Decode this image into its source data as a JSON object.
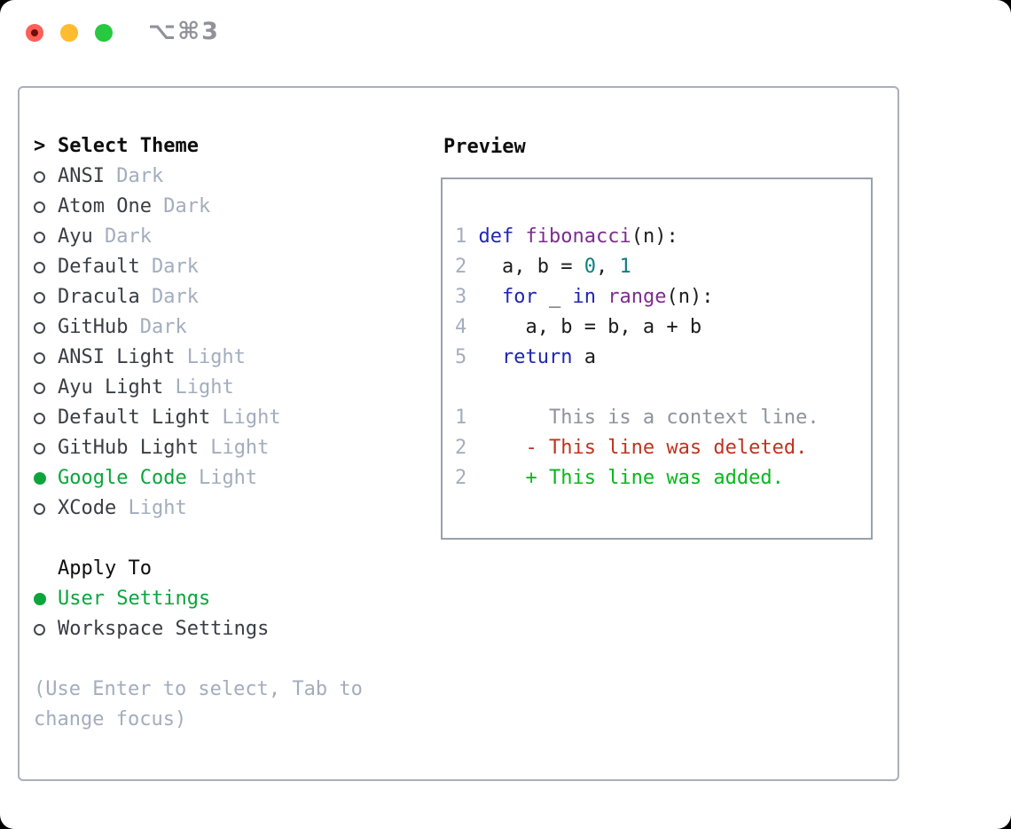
{
  "window": {
    "shortcut": "⌥⌘3",
    "traffic_lights": [
      {
        "name": "close",
        "color": "#ff5f57"
      },
      {
        "name": "minimize",
        "color": "#febc2e"
      },
      {
        "name": "zoom",
        "color": "#28c840"
      }
    ]
  },
  "colors": {
    "selected_green": "#0ca53c",
    "keyword": "#2126b2",
    "function": "#7c2d8c",
    "number": "#0c7f7e",
    "code_plain": "#1d1d1f",
    "line_number": "#a4aebc",
    "diff_context": "#8d939c",
    "diff_deleted": "#c0331f",
    "diff_added": "#07b81c",
    "muted": "#a2adbd",
    "item_text": "#393e44",
    "panel_border": "#a9b0bb",
    "preview_border": "#99a1ab",
    "shortcut_text": "#8f9399"
  },
  "theme_picker": {
    "cursor": ">",
    "title": "Select Theme",
    "items": [
      {
        "name": "ANSI",
        "variant": "Dark",
        "selected": false
      },
      {
        "name": "Atom One",
        "variant": "Dark",
        "selected": false
      },
      {
        "name": "Ayu",
        "variant": "Dark",
        "selected": false
      },
      {
        "name": "Default",
        "variant": "Dark",
        "selected": false
      },
      {
        "name": "Dracula",
        "variant": "Dark",
        "selected": false
      },
      {
        "name": "GitHub",
        "variant": "Dark",
        "selected": false
      },
      {
        "name": "ANSI Light",
        "variant": "Light",
        "selected": false
      },
      {
        "name": "Ayu Light",
        "variant": "Light",
        "selected": false
      },
      {
        "name": "Default Light",
        "variant": "Light",
        "selected": false
      },
      {
        "name": "GitHub Light",
        "variant": "Light",
        "selected": false
      },
      {
        "name": "Google Code",
        "variant": "Light",
        "selected": true
      },
      {
        "name": "XCode",
        "variant": "Light",
        "selected": false
      }
    ],
    "apply_to": {
      "title": "Apply To",
      "options": [
        {
          "label": "User Settings",
          "selected": true
        },
        {
          "label": "Workspace Settings",
          "selected": false
        }
      ]
    },
    "hint": "(Use Enter to select, Tab to change focus)"
  },
  "preview": {
    "title": "Preview",
    "code_lines": [
      {
        "num": "1",
        "segments": [
          {
            "c": "k",
            "t": "def"
          },
          {
            "c": "p",
            "t": " "
          },
          {
            "c": "f",
            "t": "fibonacci"
          },
          {
            "c": "p",
            "t": "(n):"
          }
        ]
      },
      {
        "num": "2",
        "segments": [
          {
            "c": "p",
            "t": "  a, b = "
          },
          {
            "c": "n",
            "t": "0"
          },
          {
            "c": "p",
            "t": ", "
          },
          {
            "c": "n",
            "t": "1"
          }
        ]
      },
      {
        "num": "3",
        "segments": [
          {
            "c": "p",
            "t": "  "
          },
          {
            "c": "k",
            "t": "for"
          },
          {
            "c": "p",
            "t": " _ "
          },
          {
            "c": "k",
            "t": "in"
          },
          {
            "c": "p",
            "t": " "
          },
          {
            "c": "f",
            "t": "range"
          },
          {
            "c": "p",
            "t": "(n):"
          }
        ]
      },
      {
        "num": "4",
        "segments": [
          {
            "c": "p",
            "t": "    a, b = b, a + b"
          }
        ]
      },
      {
        "num": "5",
        "segments": [
          {
            "c": "p",
            "t": "  "
          },
          {
            "c": "k",
            "t": "return"
          },
          {
            "c": "p",
            "t": " a"
          }
        ]
      }
    ],
    "diff_lines": [
      {
        "num": "1",
        "kind": "context",
        "marker": "",
        "text": "This is a context line."
      },
      {
        "num": "2",
        "kind": "deleted",
        "marker": "-",
        "text": "This line was deleted."
      },
      {
        "num": "2",
        "kind": "added",
        "marker": "+",
        "text": "This line was added."
      }
    ]
  }
}
